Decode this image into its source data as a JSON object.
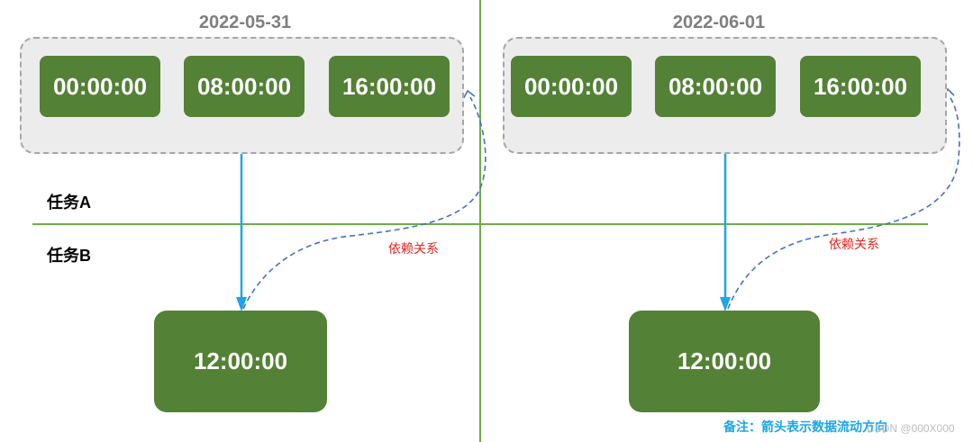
{
  "days": [
    {
      "date": "2022-05-31",
      "task_a_times": [
        "00:00:00",
        "08:00:00",
        "16:00:00"
      ],
      "task_b_time": "12:00:00",
      "dependency_label": "依赖关系"
    },
    {
      "date": "2022-06-01",
      "task_a_times": [
        "00:00:00",
        "08:00:00",
        "16:00:00"
      ],
      "task_b_time": "12:00:00",
      "dependency_label": "依赖关系"
    }
  ],
  "tasks": {
    "a": "任务A",
    "b": "任务B"
  },
  "note": "备注：箭头表示数据流动方向",
  "watermark": "CSDN @000X000",
  "colors": {
    "time_box": "#538135",
    "panel": "#ececec",
    "divider": "#70ad47",
    "data_arrow": "#1aa6e8",
    "dependency_arrow": "#4472c4",
    "dependency_label": "#e8241d"
  }
}
